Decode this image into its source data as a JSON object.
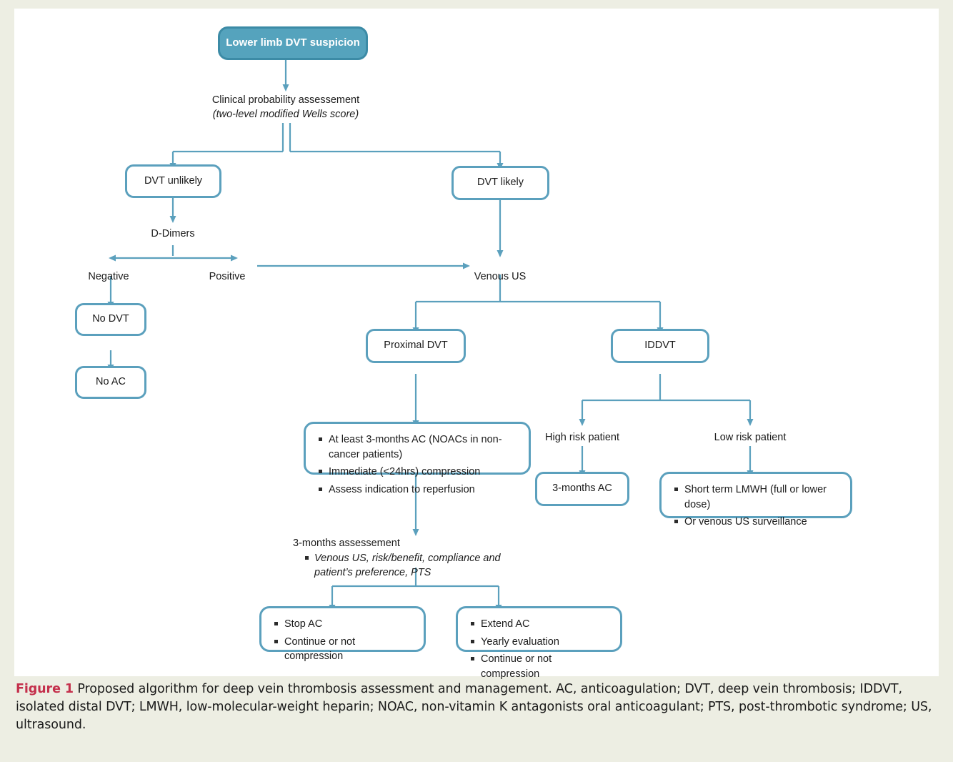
{
  "figure": {
    "number_label": "Figure 1",
    "caption_text": "Proposed algorithm for deep vein thrombosis assessment and management. AC, anticoagulation; DVT, deep vein thrombosis; IDDVT, isolated distal DVT; LMWH, low-molecular-weight heparin; NOAC, non-vitamin K antagonists oral anticoagulant; PTS, post-thrombotic syndrome; US, ultrasound."
  },
  "colors": {
    "box_border": "#5ba0bd",
    "box_fill_header": "#55a3bd",
    "connector": "#5ba0bd",
    "page_background": "#edeee3",
    "panel_background": "#ffffff",
    "figure_number": "#c4304c"
  },
  "nodes": {
    "root": "Lower limb DVT suspicion",
    "clinical_probability_line1": "Clinical probability assessement",
    "clinical_probability_line2": "(two-level modified Wells score)",
    "dvt_unlikely": "DVT unlikely",
    "dvt_likely": "DVT likely",
    "d_dimers": "D-Dimers",
    "negative": "Negative",
    "positive": "Positive",
    "venous_us": "Venous US",
    "no_dvt": "No DVT",
    "no_ac": "No AC",
    "proximal_dvt": "Proximal DVT",
    "iddvt": "IDDVT",
    "high_risk_patient": "High risk patient",
    "low_risk_patient": "Low risk patient",
    "three_months_ac": "3-months AC",
    "proximal_treatment_bullets": [
      "At least 3-months AC (NOACs in non-cancer patients)",
      "Immediate (<24hrs) compression",
      "Assess indication to reperfusion"
    ],
    "low_risk_bullets": [
      "Short term LMWH (full or lower dose)",
      "Or venous US surveillance"
    ],
    "assessment_header": "3-months assessement",
    "assessment_bullet": "Venous US, risk/benefit, compliance and patient’s preference, PTS",
    "stop_bullets": [
      "Stop AC",
      "Continue or not compression"
    ],
    "extend_bullets": [
      "Extend AC",
      "Yearly evaluation",
      "Continue or not compression"
    ]
  }
}
